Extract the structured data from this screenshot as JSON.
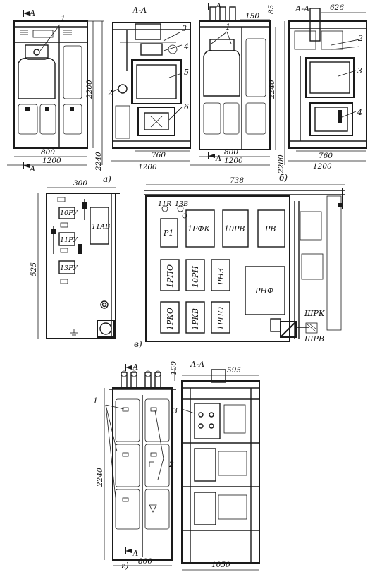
{
  "view_a": {
    "letter": "а)",
    "section": "А-А",
    "cut_mark": "А",
    "front_callout": "1",
    "callouts": [
      "2",
      "3",
      "4",
      "5",
      "6"
    ],
    "dims": {
      "width_inner": "800",
      "width_outer": "1200",
      "height_inner": "2200",
      "height_outer": "2240",
      "depth_inner": "760",
      "depth_outer": "1200"
    }
  },
  "view_b": {
    "letter": "б)",
    "section": "А-А",
    "cut_mark": "А",
    "front_callout": "1",
    "callouts": [
      "2",
      "3",
      "4"
    ],
    "dims": {
      "top": "150",
      "top_right": "85",
      "height_inner": "2240",
      "height_outer": "2200",
      "width_inner": "800",
      "width_outer": "1200",
      "depth_top": "626",
      "depth_inner": "760",
      "depth_outer": "1200"
    }
  },
  "view_v": {
    "letter": "в)",
    "dims": {
      "panel_width": "300",
      "panel_height": "525",
      "cabinet_width": "738"
    },
    "panel_devices": [
      "10РУ",
      "11РУ",
      "13РУ",
      "11АВ"
    ],
    "cabinet_devices": [
      "Р1",
      "1РФК",
      "10РВ",
      "РВ",
      "1РПО",
      "10РН",
      "РНЗ",
      "РНФ",
      "1РКО",
      "1РКВ",
      "1РПО"
    ],
    "cabinet_small": [
      "11R",
      "13В"
    ],
    "right_labels": [
      "ШРК",
      "ШРВ"
    ]
  },
  "view_g": {
    "letter": "г)",
    "section": "А-А",
    "cut_mark": "А",
    "callouts": [
      "1",
      "2",
      "3"
    ],
    "dims": {
      "top": "150",
      "depth_top": "595",
      "height": "2240",
      "width": "800",
      "depth": "1050"
    }
  }
}
